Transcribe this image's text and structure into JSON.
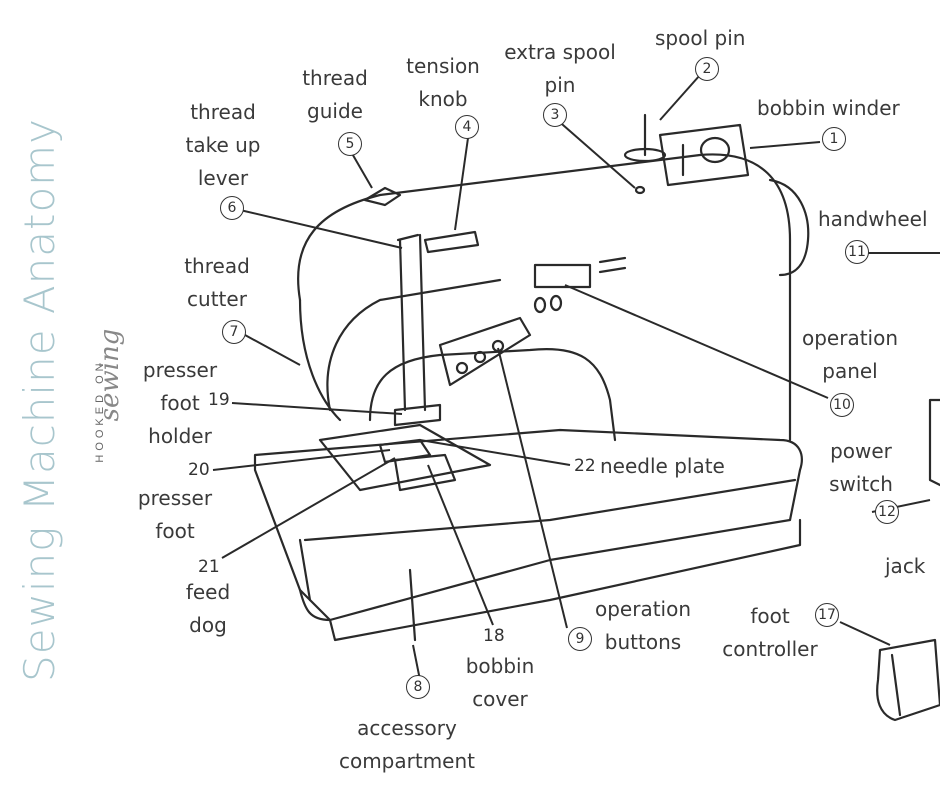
{
  "sidebar": {
    "title": "Sewing Machine Anatomy",
    "brand_small": "HOOKED ON",
    "brand_script": "sewing"
  },
  "parts": [
    {
      "num": "1",
      "label": "bobbin winder"
    },
    {
      "num": "2",
      "label": "spool pin"
    },
    {
      "num": "3",
      "label": "extra spool pin"
    },
    {
      "num": "4",
      "label": "tension knob"
    },
    {
      "num": "5",
      "label": "thread guide"
    },
    {
      "num": "6",
      "label": "thread take up lever"
    },
    {
      "num": "7",
      "label": "thread cutter"
    },
    {
      "num": "8",
      "label": "accessory compartment"
    },
    {
      "num": "9",
      "label": "operation buttons"
    },
    {
      "num": "10",
      "label": "operation panel"
    },
    {
      "num": "11",
      "label": "handwheel"
    },
    {
      "num": "12",
      "label": "power switch"
    },
    {
      "num": "17",
      "label": "foot controller"
    },
    {
      "num": "18",
      "label": "bobbin cover"
    },
    {
      "num": "19",
      "label": "presser foot holder"
    },
    {
      "num": "20",
      "label": "presser foot"
    },
    {
      "num": "21",
      "label": "feed dog"
    },
    {
      "num": "22",
      "label": "needle plate"
    }
  ],
  "jack_label": "jack"
}
